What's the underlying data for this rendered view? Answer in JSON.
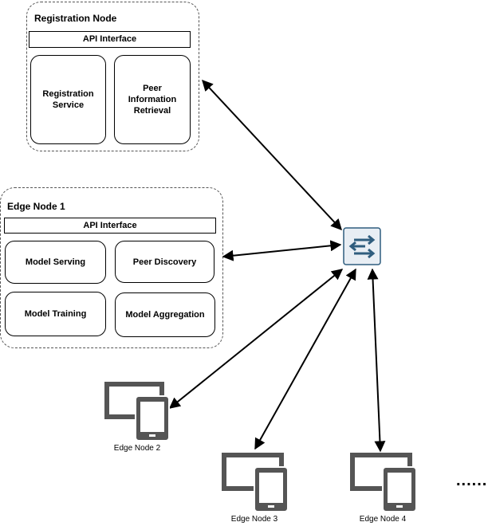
{
  "registration_node": {
    "title": "Registration Node",
    "api": "API Interface",
    "service_1": "Registration\nService",
    "service_2": "Peer\nInformation\nRetrieval"
  },
  "edge_node_1": {
    "title": "Edge Node 1",
    "api": "API Interface",
    "model_serving": "Model Serving",
    "peer_discovery": "Peer Discovery",
    "model_training": "Model Training",
    "model_aggregation": "Model Aggregation"
  },
  "devices": [
    {
      "label": "Edge Node 2"
    },
    {
      "label": "Edge Node 3"
    },
    {
      "label": "Edge Node 4"
    }
  ],
  "continuation": "......",
  "icons": [
    "network-switch-icon",
    "device-icon"
  ],
  "colors": {
    "switch_fill": "#e8eef4",
    "switch_border": "#2f5d7e",
    "switch_arrow": "#2f5d7e",
    "device_gray": "#555555"
  }
}
